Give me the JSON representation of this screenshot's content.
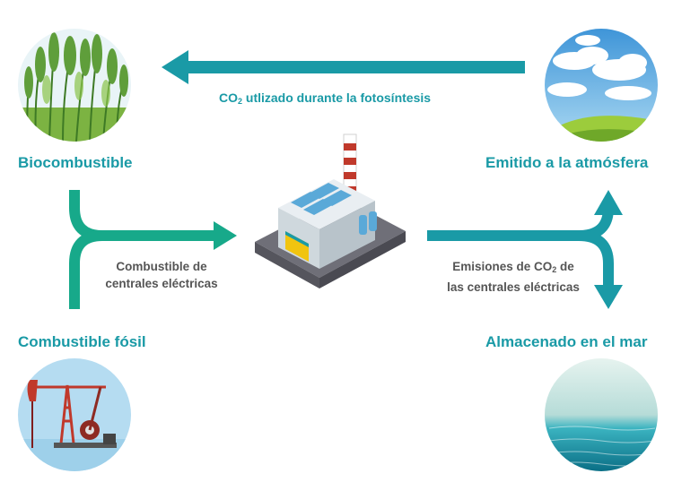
{
  "nodes": {
    "biofuel": "Biocombustible",
    "atmosphere": "Emitido a la atmósfera",
    "fossil": "Combustible fósil",
    "ocean": "Almacenado en el mar"
  },
  "captions": {
    "photosynthesis_prefix": "CO",
    "photosynthesis_sub": "2",
    "photosynthesis_suffix": " utlizado durante la fotosíntesis",
    "fuel_line1": "Combustible de",
    "fuel_line2": "centrales eléctricas",
    "emissions_prefix": "Emisiones de CO",
    "emissions_sub": "2",
    "emissions_suffix": " de",
    "emissions_line2": "las centrales eléctricas"
  },
  "colors": {
    "teal": "#1a9aa6",
    "green": "#17a98a"
  }
}
